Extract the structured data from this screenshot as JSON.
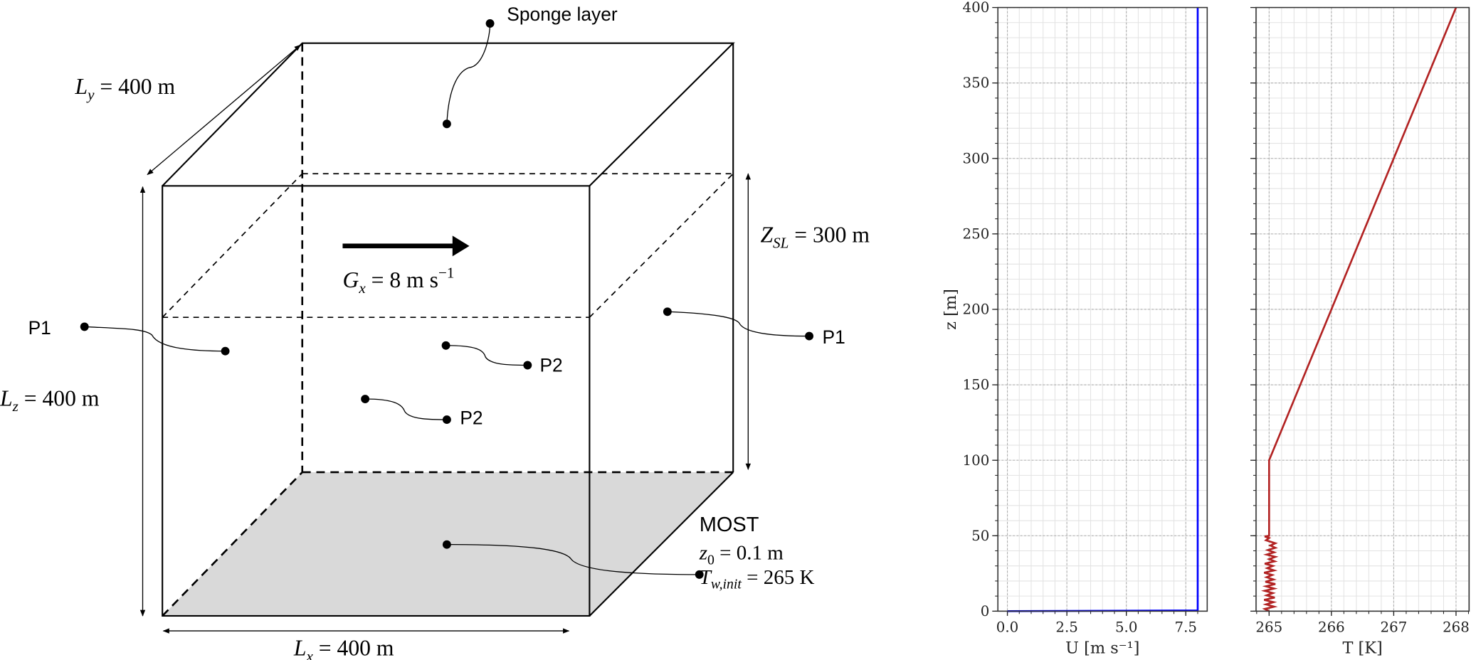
{
  "diagram": {
    "sponge_label": "Sponge layer",
    "ly": {
      "sym": "L",
      "sub": "y",
      "rest": " = 400 m"
    },
    "lz": {
      "sym": "L",
      "sub": "z",
      "rest": " = 400 m"
    },
    "lx": {
      "sym": "L",
      "sub": "x",
      "rest": " = 400 m"
    },
    "zsl": {
      "sym": "Z",
      "sub": "SL",
      "rest": " = 300 m"
    },
    "gx": {
      "sym": "G",
      "sub": "x",
      "rest": " = 8 m s",
      "sup": "−1"
    },
    "p1_left": "P1",
    "p1_right": "P1",
    "p2_upper": "P2",
    "p2_lower": "P2",
    "most": {
      "title": "MOST",
      "z0": {
        "sym": "z",
        "sub": "0",
        "rest": " = 0.1 m"
      },
      "tw": {
        "sym": "T",
        "sub": "w,init",
        "rest": " = 265 K"
      }
    },
    "colors": {
      "floor": "#d9d9d9",
      "line": "#000000"
    }
  },
  "chart_data": [
    {
      "type": "line",
      "xlabel": "U [m s⁻¹]",
      "ylabel": "z [m]",
      "xlim": [
        -0.4,
        8.4
      ],
      "ylim": [
        0,
        400
      ],
      "xticks": [
        0.0,
        2.5,
        5.0,
        7.5
      ],
      "xtick_labels": [
        "0.0",
        "2.5",
        "5.0",
        "7.5"
      ],
      "x_minor_step": 0.5,
      "yticks": [
        0,
        50,
        100,
        150,
        200,
        250,
        300,
        350,
        400
      ],
      "ytick_labels": [
        "0",
        "50",
        "100",
        "150",
        "200",
        "250",
        "300",
        "350",
        "400"
      ],
      "y_minor_step": 10,
      "grid": true,
      "series": [
        {
          "name": "U",
          "color": "#0000ff",
          "points": [
            [
              0,
              0
            ],
            [
              8,
              0.5
            ],
            [
              8,
              400
            ]
          ]
        }
      ]
    },
    {
      "type": "line",
      "xlabel": "T [K]",
      "ylabel": "",
      "xlim": [
        264.79,
        268.21
      ],
      "ylim": [
        0,
        400
      ],
      "xticks": [
        265,
        266,
        267,
        268
      ],
      "xtick_labels": [
        "265",
        "266",
        "267",
        "268"
      ],
      "x_minor_step": 0.2,
      "yticks": [
        0,
        50,
        100,
        150,
        200,
        250,
        300,
        350,
        400
      ],
      "ytick_labels": [],
      "y_minor_step": 10,
      "grid": true,
      "series": [
        {
          "name": "T",
          "color": "#b22222",
          "points": [
            [
              265.0,
              0
            ],
            [
              264.93,
              1.5
            ],
            [
              265.08,
              3
            ],
            [
              264.95,
              4.5
            ],
            [
              265.07,
              6
            ],
            [
              264.92,
              7.5
            ],
            [
              265.09,
              9
            ],
            [
              264.96,
              10.5
            ],
            [
              265.06,
              12
            ],
            [
              264.93,
              13.5
            ],
            [
              265.08,
              15
            ],
            [
              264.95,
              16.5
            ],
            [
              265.1,
              18
            ],
            [
              264.94,
              19.5
            ],
            [
              265.07,
              21
            ],
            [
              264.96,
              22.5
            ],
            [
              265.05,
              24
            ],
            [
              264.92,
              25.5
            ],
            [
              265.08,
              27
            ],
            [
              264.97,
              28.5
            ],
            [
              265.06,
              30
            ],
            [
              264.93,
              31.5
            ],
            [
              265.09,
              33
            ],
            [
              265.0,
              34.5
            ],
            [
              265.1,
              36
            ],
            [
              264.96,
              37.5
            ],
            [
              265.08,
              39
            ],
            [
              264.98,
              40.5
            ],
            [
              265.1,
              42
            ],
            [
              265.02,
              43.5
            ],
            [
              265.1,
              45
            ],
            [
              264.95,
              47
            ],
            [
              265.0,
              48.5
            ],
            [
              264.93,
              49.5
            ],
            [
              265.0,
              50
            ],
            [
              265.0,
              100
            ],
            [
              268.0,
              400
            ]
          ]
        }
      ]
    }
  ]
}
